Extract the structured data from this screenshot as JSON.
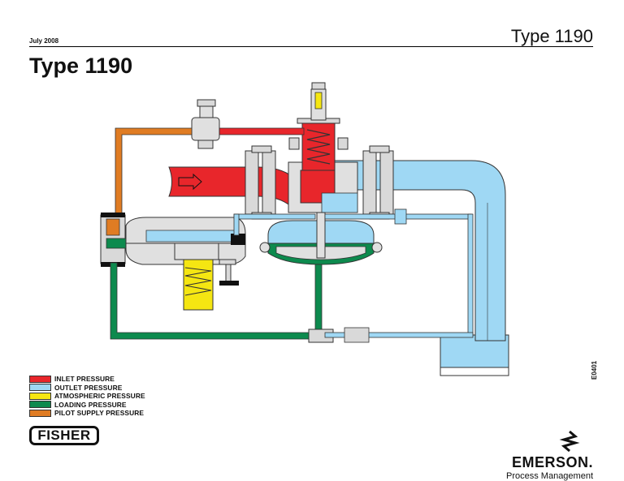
{
  "header": {
    "date": "July 2008",
    "title": "Type 1190"
  },
  "page_title": "Type 1190",
  "drawing_number": "E0401",
  "legend": [
    {
      "label": "INLET PRESSURE",
      "color": "#e8262b"
    },
    {
      "label": "OUTLET PRESSURE",
      "color": "#9fd8f4"
    },
    {
      "label": "ATMOSPHERIC PRESSURE",
      "color": "#f5e612"
    },
    {
      "label": "LOADING PRESSURE",
      "color": "#0d8a4e"
    },
    {
      "label": "PILOT SUPPLY PRESSURE",
      "color": "#e07c23"
    }
  ],
  "logos": {
    "fisher": "FISHER",
    "emerson": "EMERSON.",
    "emerson_sub": "Process Management"
  }
}
